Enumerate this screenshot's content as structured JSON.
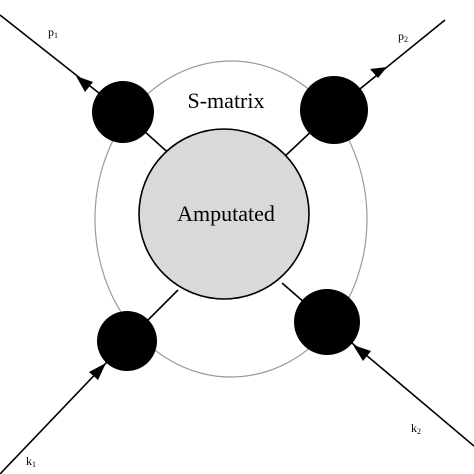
{
  "colors": {
    "line": "#000000",
    "blob": "#000000",
    "amputated_fill": "#d9d9d9",
    "smatrix_outline": "#9a9a9a",
    "background": "#ffffff"
  },
  "labels": {
    "smatrix": "S-matrix",
    "amputated": "Amputated"
  },
  "momenta": {
    "p1": {
      "base": "p",
      "sub": "1"
    },
    "p2": {
      "base": "p",
      "sub": "2"
    },
    "k1": {
      "base": "k",
      "sub": "1"
    },
    "k2": {
      "base": "k",
      "sub": "2"
    }
  },
  "arrow_direction": "outgoing-top incoming-bottom"
}
